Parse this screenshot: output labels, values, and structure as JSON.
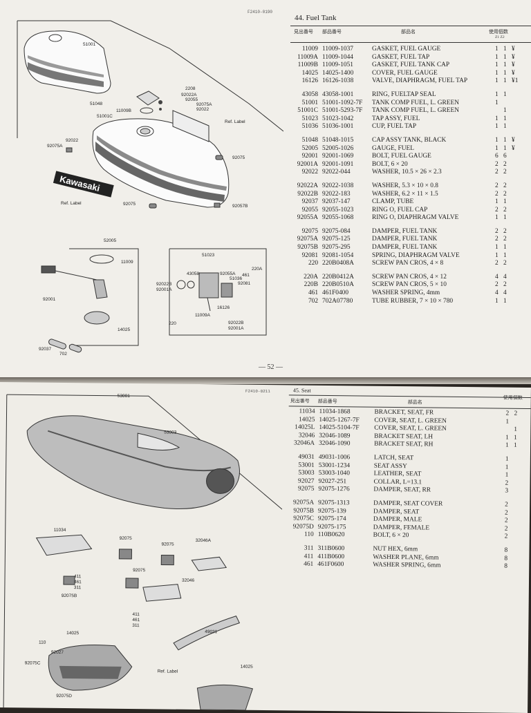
{
  "page1": {
    "figure_code": "F2410-0190",
    "title": "44. Fuel Tank",
    "columns": {
      "ref_no": "見出番号",
      "part_no": "部品番号",
      "name": "部品名",
      "qty": "使用個数",
      "qty_sub": "Z1  Z2"
    },
    "page_number": "— 52 —",
    "diagram_labels": [
      "51001",
      "2208",
      "92022A",
      "92055",
      "92075A",
      "92022",
      "51048",
      "11009B",
      "51001C",
      "Ref. Label",
      "92022",
      "92075A",
      "92075",
      "Ref. Label",
      "92075",
      "92057B",
      "52005",
      "11009",
      "92001",
      "14025",
      "51023",
      "92055A",
      "220A",
      "461",
      "43058",
      "92022B",
      "92001A",
      "51036",
      "92081",
      "16126",
      "11009A",
      "220",
      "92022B",
      "92001A",
      "92037",
      "702"
    ],
    "groups": [
      [
        {
          "ref": "11009",
          "part": "11009-1037",
          "name": "GASKET, FUEL GAUGE",
          "q1": "1",
          "q2": "1",
          "price": "¥"
        },
        {
          "ref": "11009A",
          "part": "11009-1044",
          "name": "GASKET, FUEL TAP",
          "q1": "1",
          "q2": "1",
          "price": "¥"
        },
        {
          "ref": "11009B",
          "part": "11009-1051",
          "name": "GASKET, FUEL TANK CAP",
          "q1": "1",
          "q2": "1",
          "price": "¥"
        },
        {
          "ref": "14025",
          "part": "14025-1400",
          "name": "COVER, FUEL GAUGE",
          "q1": "1",
          "q2": "1",
          "price": "¥"
        },
        {
          "ref": "16126",
          "part": "16126-1038",
          "name": "VALVE, DIAPHRAGM, FUEL TAP",
          "q1": "1",
          "q2": "1",
          "price": "¥1"
        }
      ],
      [
        {
          "ref": "43058",
          "part": "43058-1001",
          "name": "RING, FUELTAP SEAL",
          "q1": "1",
          "q2": "1",
          "price": ""
        },
        {
          "ref": "51001",
          "part": "51001-1092-7F",
          "name": "TANK COMP FUEL, L. GREEN",
          "q1": "1",
          "q2": "",
          "price": ""
        },
        {
          "ref": "51001C",
          "part": "51001-5293-7F",
          "name": "TANK COMP FUEL, L. GREEN",
          "q1": "",
          "q2": "1",
          "price": ""
        },
        {
          "ref": "51023",
          "part": "51023-1042",
          "name": "TAP ASSY, FUEL",
          "q1": "1",
          "q2": "1",
          "price": ""
        },
        {
          "ref": "51036",
          "part": "51036-1001",
          "name": "CUP, FUEL TAP",
          "q1": "1",
          "q2": "1",
          "price": ""
        }
      ],
      [
        {
          "ref": "51048",
          "part": "51048-1015",
          "name": "CAP ASSY TANK, BLACK",
          "q1": "1",
          "q2": "1",
          "price": "¥"
        },
        {
          "ref": "52005",
          "part": "52005-1026",
          "name": "GAUGE, FUEL",
          "q1": "1",
          "q2": "1",
          "price": "¥"
        },
        {
          "ref": "92001",
          "part": "92001-1069",
          "name": "BOLT, FUEL GAUGE",
          "q1": "6",
          "q2": "6",
          "price": ""
        },
        {
          "ref": "92001A",
          "part": "92001-1091",
          "name": "BOLT, 6 × 20",
          "q1": "2",
          "q2": "2",
          "price": ""
        },
        {
          "ref": "92022",
          "part": "92022-044",
          "name": "WASHER, 10.5 × 26 × 2.3",
          "q1": "2",
          "q2": "2",
          "price": ""
        }
      ],
      [
        {
          "ref": "92022A",
          "part": "92022-1038",
          "name": "WASHER, 5.3 × 10 × 0.8",
          "q1": "2",
          "q2": "2",
          "price": ""
        },
        {
          "ref": "92022B",
          "part": "92022-183",
          "name": "WASHER, 6.2 × 11 × 1.5",
          "q1": "2",
          "q2": "2",
          "price": ""
        },
        {
          "ref": "92037",
          "part": "92037-147",
          "name": "CLAMP, TUBE",
          "q1": "1",
          "q2": "1",
          "price": ""
        },
        {
          "ref": "92055",
          "part": "92055-1023",
          "name": "RING O, FUEL CAP",
          "q1": "2",
          "q2": "2",
          "price": ""
        },
        {
          "ref": "92055A",
          "part": "92055-1068",
          "name": "RING O, DIAPHRAGM VALVE",
          "q1": "1",
          "q2": "1",
          "price": ""
        }
      ],
      [
        {
          "ref": "92075",
          "part": "92075-084",
          "name": "DAMPER, FUEL TANK",
          "q1": "2",
          "q2": "2",
          "price": ""
        },
        {
          "ref": "92075A",
          "part": "92075-125",
          "name": "DAMPER, FUEL TANK",
          "q1": "2",
          "q2": "2",
          "price": ""
        },
        {
          "ref": "92075B",
          "part": "92075-295",
          "name": "DAMPER, FUEL TANK",
          "q1": "1",
          "q2": "1",
          "price": ""
        },
        {
          "ref": "92081",
          "part": "92081-1054",
          "name": "SPRING, DIAPHRAGM VALVE",
          "q1": "1",
          "q2": "1",
          "price": ""
        },
        {
          "ref": "220",
          "part": "220B0408A",
          "name": "SCREW PAN CROS, 4 × 8",
          "q1": "2",
          "q2": "2",
          "price": ""
        }
      ],
      [
        {
          "ref": "220A",
          "part": "220B0412A",
          "name": "SCREW PAN CROS, 4 × 12",
          "q1": "4",
          "q2": "4",
          "price": ""
        },
        {
          "ref": "220B",
          "part": "220B0510A",
          "name": "SCREW PAN CROS, 5 × 10",
          "q1": "2",
          "q2": "2",
          "price": ""
        },
        {
          "ref": "461",
          "part": "461F0400",
          "name": "WASHER SPRING, 4mm",
          "q1": "4",
          "q2": "4",
          "price": ""
        },
        {
          "ref": "702",
          "part": "702A07780",
          "name": "TUBE RUBBER, 7 × 10 × 780",
          "q1": "1",
          "q2": "1",
          "price": ""
        }
      ]
    ]
  },
  "page2": {
    "figure_code": "F2410-0211",
    "title": "45. Seat",
    "columns": {
      "ref_no": "見出番号",
      "part_no": "部品番号",
      "name": "部品名",
      "qty": "使用個数"
    },
    "diagram_labels": [
      "53001",
      "53003",
      "11034",
      "92075",
      "92075",
      "32046A",
      "411",
      "461",
      "311",
      "92075B",
      "92075",
      "32046",
      "411",
      "461",
      "311",
      "49031",
      "14025",
      "110",
      "92027",
      "92075C",
      "Ref. Label",
      "14025",
      "92075D"
    ],
    "groups": [
      [
        {
          "ref": "11034",
          "part": "11034-1868",
          "name": "BRACKET, SEAT, FR",
          "q1": "2",
          "q2": "2"
        },
        {
          "ref": "14025",
          "part": "14025-1267-7F",
          "name": "COVER, SEAT, L. GREEN",
          "q1": "1",
          "q2": ""
        },
        {
          "ref": "14025L",
          "part": "14025-5104-7F",
          "name": "COVER, SEAT, L. GREEN",
          "q1": "",
          "q2": "1"
        },
        {
          "ref": "32046",
          "part": "32046-1089",
          "name": "BRACKET SEAT, LH",
          "q1": "1",
          "q2": "1"
        },
        {
          "ref": "32046A",
          "part": "32046-1090",
          "name": "BRACKET SEAT, RH",
          "q1": "1",
          "q2": "1"
        }
      ],
      [
        {
          "ref": "49031",
          "part": "49031-1006",
          "name": "LATCH, SEAT",
          "q1": "1",
          "q2": ""
        },
        {
          "ref": "53001",
          "part": "53001-1234",
          "name": "SEAT ASSY",
          "q1": "1",
          "q2": ""
        },
        {
          "ref": "53003",
          "part": "53003-1040",
          "name": "LEATHER, SEAT",
          "q1": "1",
          "q2": ""
        },
        {
          "ref": "92027",
          "part": "92027-251",
          "name": "COLLAR, L=13.1",
          "q1": "2",
          "q2": ""
        },
        {
          "ref": "92075",
          "part": "92075-1276",
          "name": "DAMPER, SEAT, RR",
          "q1": "3",
          "q2": ""
        }
      ],
      [
        {
          "ref": "92075A",
          "part": "92075-1313",
          "name": "DAMPER, SEAT COVER",
          "q1": "2",
          "q2": ""
        },
        {
          "ref": "92075B",
          "part": "92075-139",
          "name": "DAMPER, SEAT",
          "q1": "2",
          "q2": ""
        },
        {
          "ref": "92075C",
          "part": "92075-174",
          "name": "DAMPER, MALE",
          "q1": "2",
          "q2": ""
        },
        {
          "ref": "92075D",
          "part": "92075-175",
          "name": "DAMPER, FEMALE",
          "q1": "2",
          "q2": ""
        },
        {
          "ref": "110",
          "part": "110B0620",
          "name": "BOLT, 6 × 20",
          "q1": "2",
          "q2": ""
        }
      ],
      [
        {
          "ref": "311",
          "part": "311B0600",
          "name": "NUT HEX, 6mm",
          "q1": "8",
          "q2": ""
        },
        {
          "ref": "411",
          "part": "411B0600",
          "name": "WASHER PLANE, 6mm",
          "q1": "8",
          "q2": ""
        },
        {
          "ref": "461",
          "part": "461F0600",
          "name": "WASHER SPRING, 6mm",
          "q1": "8",
          "q2": ""
        }
      ]
    ]
  },
  "kawasaki_logo": "Kawasaki"
}
